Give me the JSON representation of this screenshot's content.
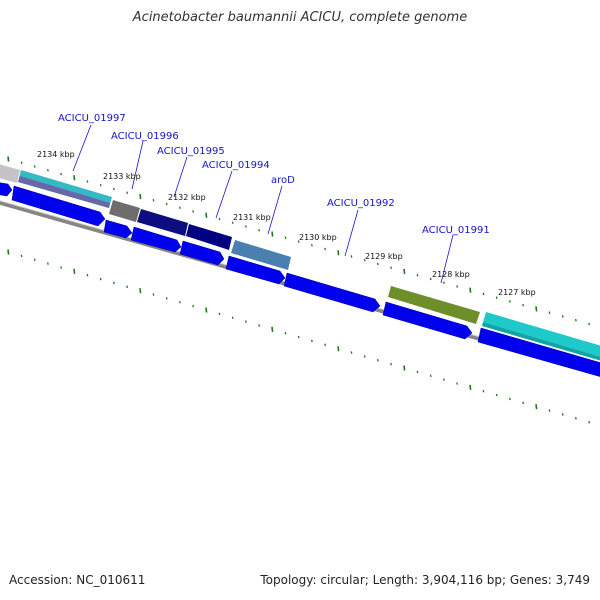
{
  "title": "Acinetobacter baumannii ACICU, complete genome",
  "footer": {
    "accession": "Accession: NC_010611",
    "summary": "Topology: circular; Length: 3,904,116 bp; Genes: 3,749"
  },
  "colors": {
    "cds": "#0000ee",
    "backbone": "#888888",
    "ticks": "#1a7a1a",
    "label": "#1414cc"
  },
  "kbp_labels": [
    "2134 kbp",
    "2133 kbp",
    "2132 kbp",
    "2131 kbp",
    "2130 kbp",
    "2129 kbp",
    "2128 kbp",
    "2127 kbp"
  ],
  "gene_labels": [
    "ACICU_01997",
    "ACICU_01996",
    "ACICU_01995",
    "ACICU_01994",
    "aroD",
    "ACICU_01992",
    "ACICU_01991"
  ]
}
